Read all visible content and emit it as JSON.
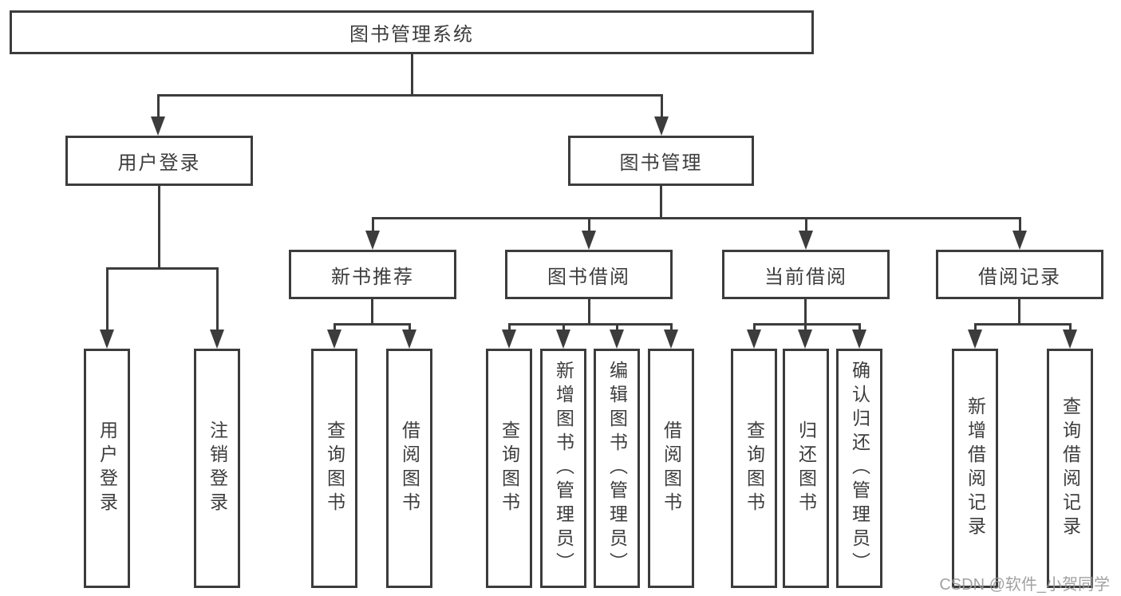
{
  "colors": {
    "line": "#3c3c3c",
    "text": "#3d3d3d",
    "watermark": "#9a9a9a"
  },
  "tree": {
    "root": {
      "label": "图书管理系统"
    },
    "branches": [
      {
        "label": "用户登录",
        "leaves": [
          "用户登录",
          "注销登录"
        ]
      },
      {
        "label": "图书管理",
        "groups": [
          {
            "label": "新书推荐",
            "leaves": [
              "查询图书",
              "借阅图书"
            ]
          },
          {
            "label": "图书借阅",
            "leaves": [
              "查询图书",
              "新增图书（管理员）",
              "编辑图书（管理员）",
              "借阅图书"
            ]
          },
          {
            "label": "当前借阅",
            "leaves": [
              "查询图书",
              "归还图书",
              "确认归还（管理员）"
            ]
          },
          {
            "label": "借阅记录",
            "leaves": [
              "新增借阅记录",
              "查询借阅记录"
            ]
          }
        ]
      }
    ]
  },
  "watermark": {
    "text": "CSDN @软件_小贺同学"
  }
}
